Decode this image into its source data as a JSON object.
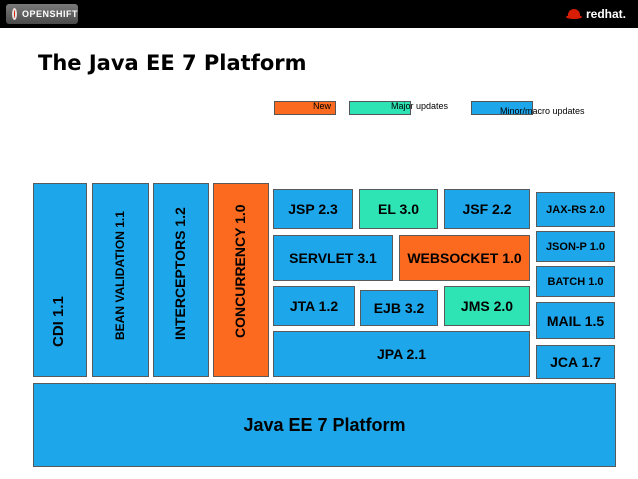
{
  "header": {
    "left_logo": "OPENSHIFT",
    "right_logo": "redhat."
  },
  "title": "The Java EE 7 Platform",
  "legend": [
    {
      "label": "New",
      "color": "#fb6a1f"
    },
    {
      "label": "Major updates",
      "color": "#2ee3b4"
    },
    {
      "label": "Minor/macro updates",
      "color": "#1ea6ea"
    }
  ],
  "columns": {
    "cdi": "CDI 1.1",
    "bean_validation": "BEAN VALIDATION 1.1",
    "interceptors": "INTERCEPTORS 1.2",
    "concurrency": "CONCURRENCY 1.0"
  },
  "specs": {
    "jsp": "JSP 2.3",
    "el": "EL 3.0",
    "jsf": "JSF 2.2",
    "servlet": "SERVLET 3.1",
    "websocket": "WEBSOCKET 1.0",
    "jta": "JTA 1.2",
    "ejb": "EJB 3.2",
    "jms": "JMS 2.0",
    "jpa": "JPA 2.1",
    "jaxrs": "JAX-RS 2.0",
    "jsonp": "JSON-P 1.0",
    "batch": "BATCH 1.0",
    "mail": "MAIL 1.5",
    "jca": "JCA 1.7"
  },
  "platform": "Java EE 7 Platform"
}
